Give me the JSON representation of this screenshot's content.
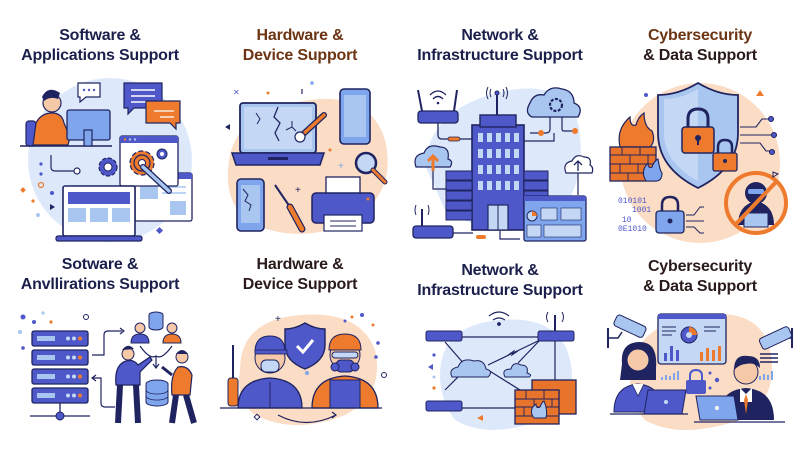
{
  "colors": {
    "navy_title": "#1b1f4b",
    "brown_title": "#6b3514",
    "dark_title": "#2a1a1a",
    "primary_blue": "#4f58c9",
    "dark_outline": "#1f2460",
    "light_blue": "#a9c6f0",
    "bg_blue_blob": "#dde9fb",
    "orange": "#ee7b2d",
    "peach_blob": "#fbdcc4"
  },
  "row1": [
    {
      "line1": "Software &",
      "line2": "Applications Support",
      "illustration": "person-at-computer-with-gear-wrench-and-laptop"
    },
    {
      "line1": "Hardware &",
      "line2": "Device Support",
      "illustration": "broken-laptop-phones-printer-tools"
    },
    {
      "line1": "Network &",
      "line2": "Infrastructure Support",
      "illustration": "building-routers-servers-cloud-dashboard"
    },
    {
      "line1": "Cybersecurity",
      "line2": "& Data Support",
      "illustration": "shield-locks-firewall-hacker-blocked"
    }
  ],
  "row2": [
    {
      "line1": "Sotware &",
      "line2": "Anvllirations Support",
      "illustration": "server-rack-and-team-with-databases"
    },
    {
      "line1": "Hardware &",
      "line2": "Device Support",
      "illustration": "two-technicians-with-masks-and-shield"
    },
    {
      "line1": "Network &",
      "line2": "Infrastructure Support",
      "illustration": "network-topology-routers-clouds-firewall"
    },
    {
      "line1": "Cybersecurity",
      "line2": "& Data Support",
      "illustration": "analysts-with-dashboard-and-cctv-cameras"
    }
  ],
  "binary_text": [
    "010101",
    "1001",
    "10",
    "0E1010"
  ]
}
